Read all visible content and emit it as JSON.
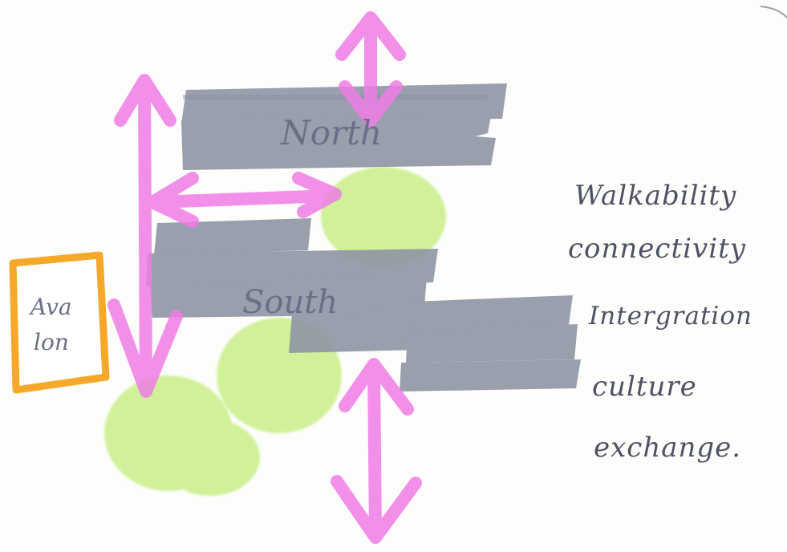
{
  "diagram": {
    "labels": {
      "north": "North",
      "south": "South",
      "avalon_line1": "Ava",
      "avalon_line2": "lon"
    },
    "keywords": [
      "Walkability",
      "connectivity",
      "Intergration",
      "culture",
      "exchange."
    ],
    "colors": {
      "block": "#8e95a4",
      "arrow": "#f07de6",
      "green": "#c9f08a",
      "avalon_frame": "#f6a82a",
      "paper": "#fdfdfb",
      "text": "#4e5265"
    }
  }
}
